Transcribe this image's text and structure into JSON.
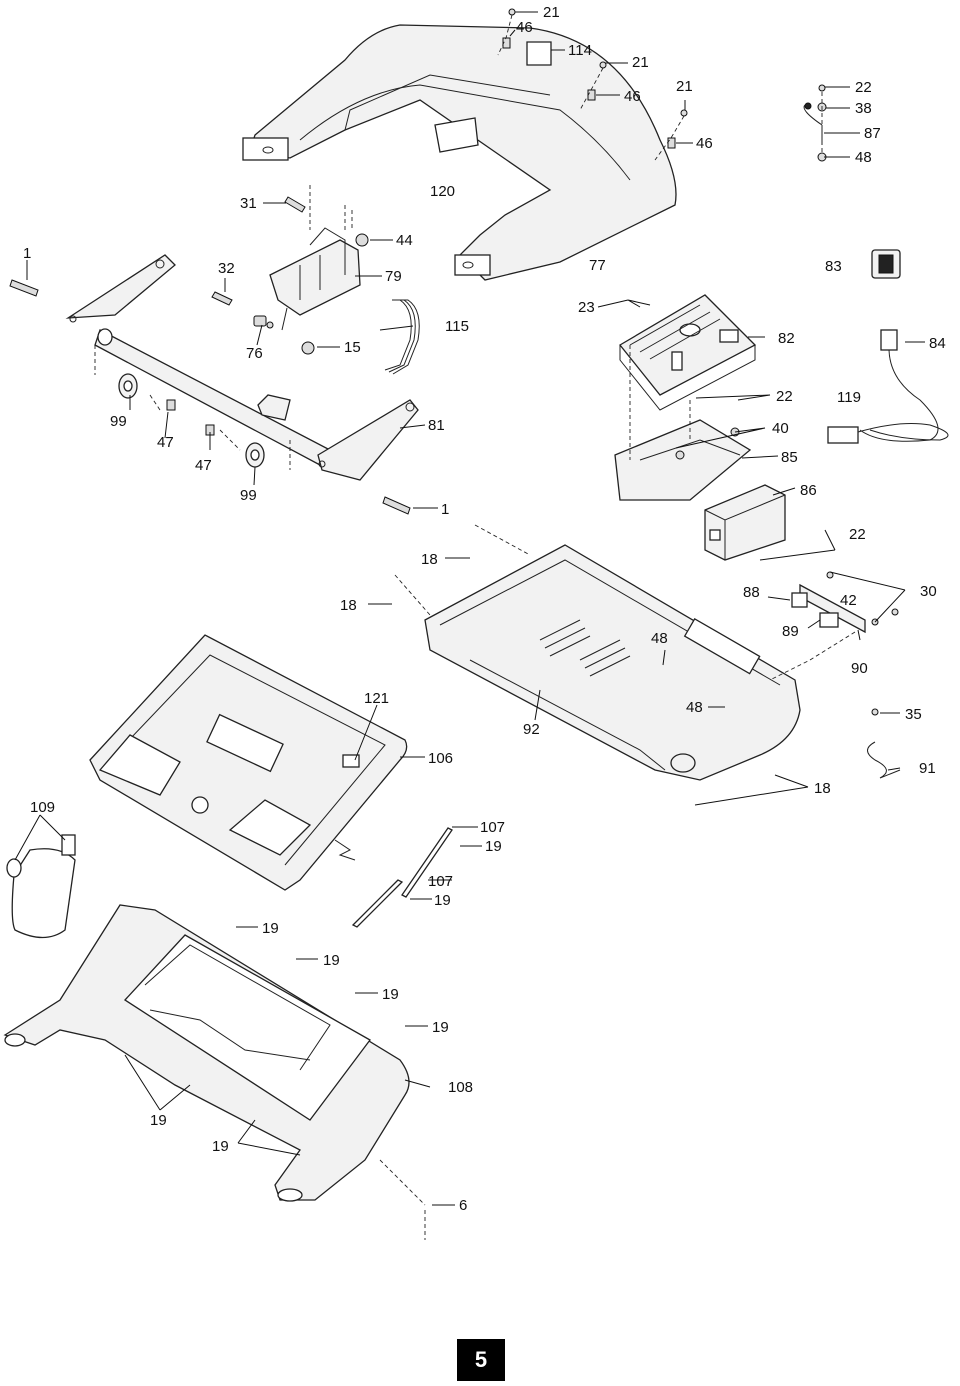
{
  "page_number": "5",
  "labels": {
    "l21a": "21",
    "l46a": "46",
    "l114": "114",
    "l21b": "21",
    "l46b": "46",
    "l21c": "21",
    "l46c": "46",
    "l22a": "22",
    "l38": "38",
    "l87": "87",
    "l48a": "48",
    "l31": "31",
    "l120": "120",
    "l44": "44",
    "l1a": "1",
    "l32": "32",
    "l79": "79",
    "l77": "77",
    "l83": "83",
    "l115": "115",
    "l76": "76",
    "l15": "15",
    "l23": "23",
    "l82": "82",
    "l84": "84",
    "l99a": "99",
    "l47a": "47",
    "l47b": "47",
    "l99b": "99",
    "l81": "81",
    "l22b": "22",
    "l119": "119",
    "l40": "40",
    "l85": "85",
    "l86": "86",
    "l1b": "1",
    "l22c": "22",
    "l18a": "18",
    "l18b": "18",
    "l88": "88",
    "l42": "42",
    "l30": "30",
    "l89": "89",
    "l48b": "48",
    "l90": "90",
    "l121": "121",
    "l48c": "48",
    "l35": "35",
    "l92": "92",
    "l106": "106",
    "l91": "91",
    "l109": "109",
    "l18c": "18",
    "l107a": "107",
    "l19a": "19",
    "l107b": "107",
    "l19b": "19",
    "l19c": "19",
    "l19d": "19",
    "l19e": "19",
    "l19f": "19",
    "l108": "108",
    "l19g": "19",
    "l19h": "19",
    "l6": "6"
  }
}
